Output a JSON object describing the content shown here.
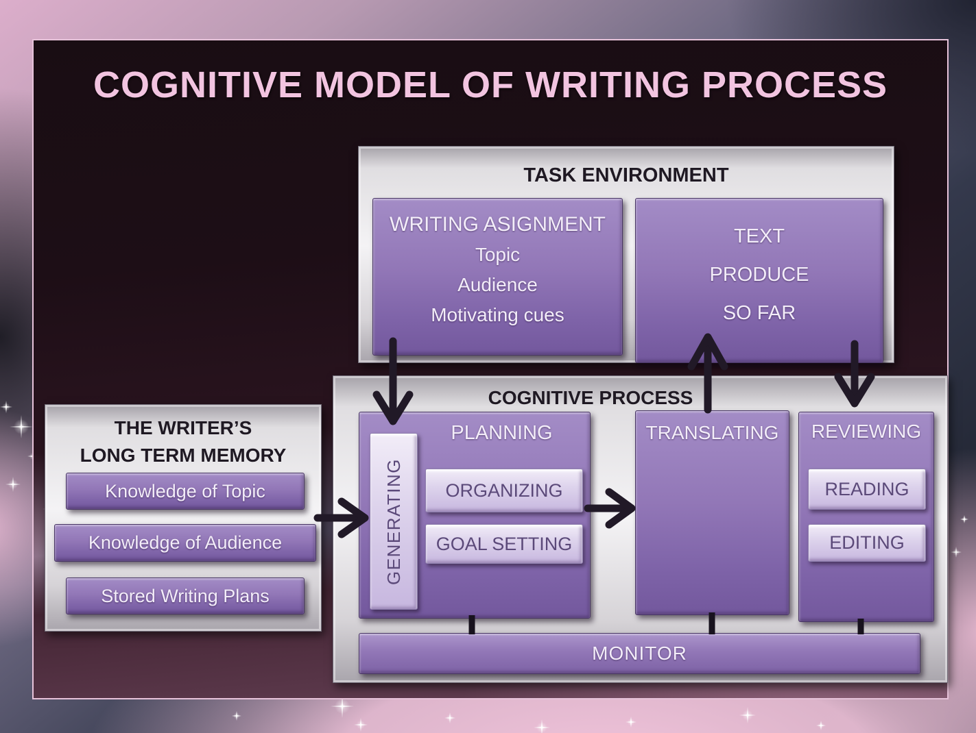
{
  "slide": {
    "title": "COGNITIVE MODEL OF WRITING PROCESS",
    "task_environment": {
      "title": "TASK ENVIRONMENT",
      "writing_assignment": {
        "heading": "WRITING ASIGNMENT",
        "items": [
          "Topic",
          "Audience",
          "Motivating cues"
        ]
      },
      "text_produced": {
        "lines": [
          "TEXT",
          "PRODUCE",
          "SO FAR"
        ]
      }
    },
    "long_term_memory": {
      "title_line1": "THE WRITER’S",
      "title_line2": "LONG TERM MEMORY",
      "items": [
        "Knowledge of Topic",
        "Knowledge of Audience",
        "Stored Writing Plans"
      ]
    },
    "cognitive_process": {
      "title": "COGNITIVE PROCESS",
      "planning": {
        "label": "PLANNING",
        "generating_label": "GENERATING",
        "sub_items": [
          "ORGANIZING",
          "GOAL SETTING"
        ]
      },
      "translating_label": "TRANSLATING",
      "reviewing": {
        "label": "REVIEWING",
        "sub_items": [
          "READING",
          "EDITING"
        ]
      },
      "monitor_label": "MONITOR"
    },
    "colors": {
      "title_pink": "#f2c4e0",
      "purple_box": "#8166ab",
      "lavender_box": "#d9cdea",
      "lavender_text": "#5b4979",
      "panel_silver": "#e9e7ea",
      "header_text": "#1f1923",
      "arrow_dark": "#211927",
      "slide_border_pink": "#e7c3da"
    },
    "icons": {
      "sparkle": "4-point star sparkle"
    }
  }
}
